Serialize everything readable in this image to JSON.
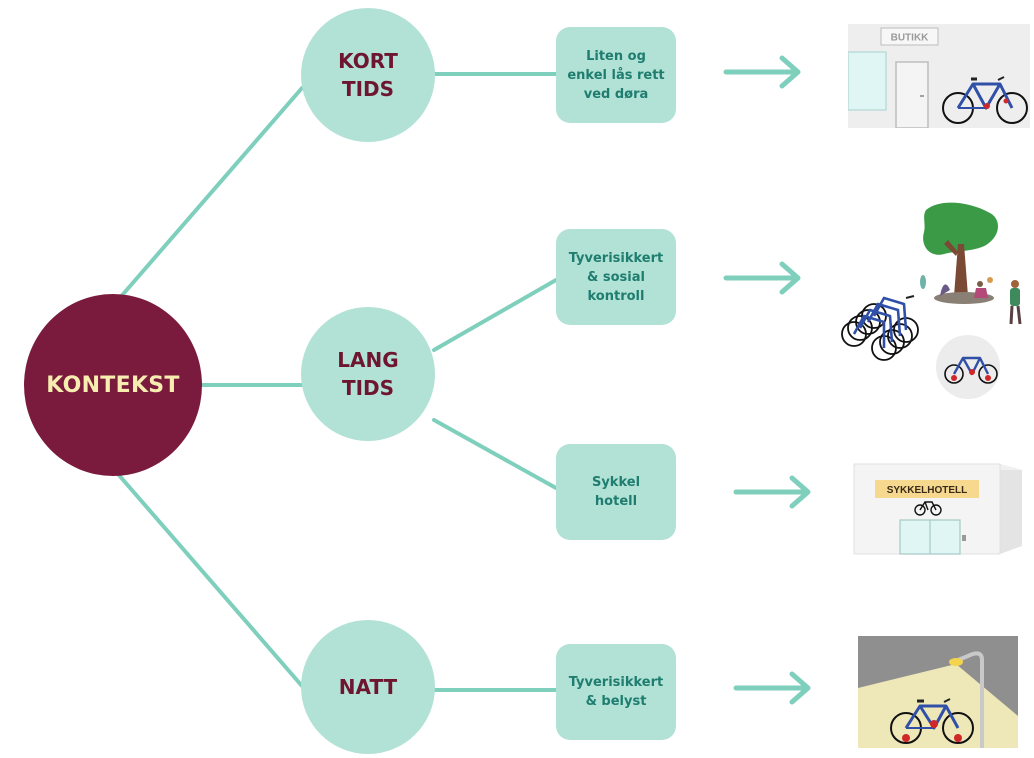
{
  "root": {
    "label": "KONTEKST"
  },
  "branches": {
    "kort": {
      "line1": "KORT",
      "line2": "TIDS"
    },
    "lang": {
      "line1": "LANG",
      "line2": "TIDS"
    },
    "natt": {
      "line1": "NATT"
    }
  },
  "leaves": {
    "kort": [
      "Liten og",
      "enkel lås rett",
      "ved døra"
    ],
    "lang_social": [
      "Tyverisikkert",
      "& sosial",
      "kontroll"
    ],
    "lang_hotel": [
      "Sykkel",
      "hotell"
    ],
    "natt": [
      "Tyverisikkert",
      "& belyst"
    ]
  },
  "illustrations": {
    "shop_sign": "BUTIKK",
    "hotel_sign": "SYKKELHOTELL"
  },
  "colors": {
    "root_fill": "#7a1a3d",
    "root_text": "#f7edb0",
    "node_fill": "#b2e2d6",
    "branch_text": "#6e1530",
    "leaf_text": "#1e7d6f",
    "connector": "#7fcfbd",
    "bike_frame": "#3050a8",
    "bike_accent": "#d02828"
  }
}
